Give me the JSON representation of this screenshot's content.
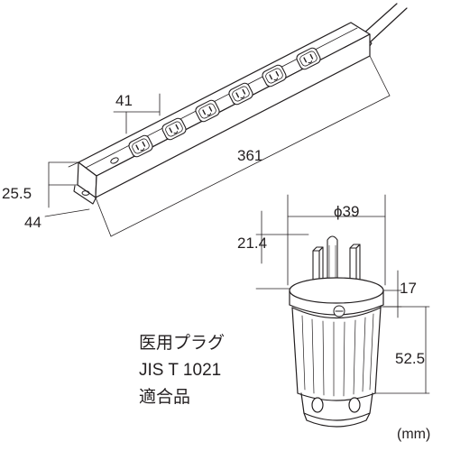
{
  "dimensions": {
    "outlet_pitch": "41",
    "strip_length": "361",
    "strip_height": "25.5",
    "strip_depth": "44",
    "plug_diameter": "ϕ39",
    "prong_length": "21.4",
    "head_height": "17",
    "plug_body_height": "52.5",
    "unit": "(mm)"
  },
  "note": {
    "line1": "医用プラグ",
    "line2": "JIS T 1021",
    "line3": "適合品"
  },
  "power_strip": {
    "outlet_count": 6,
    "outlet_icon": "grounded-outlet-icon",
    "indicator": "pilot-lamp"
  },
  "plug": {
    "type": "medical-grade-grounded-plug",
    "prong_count": 3
  }
}
